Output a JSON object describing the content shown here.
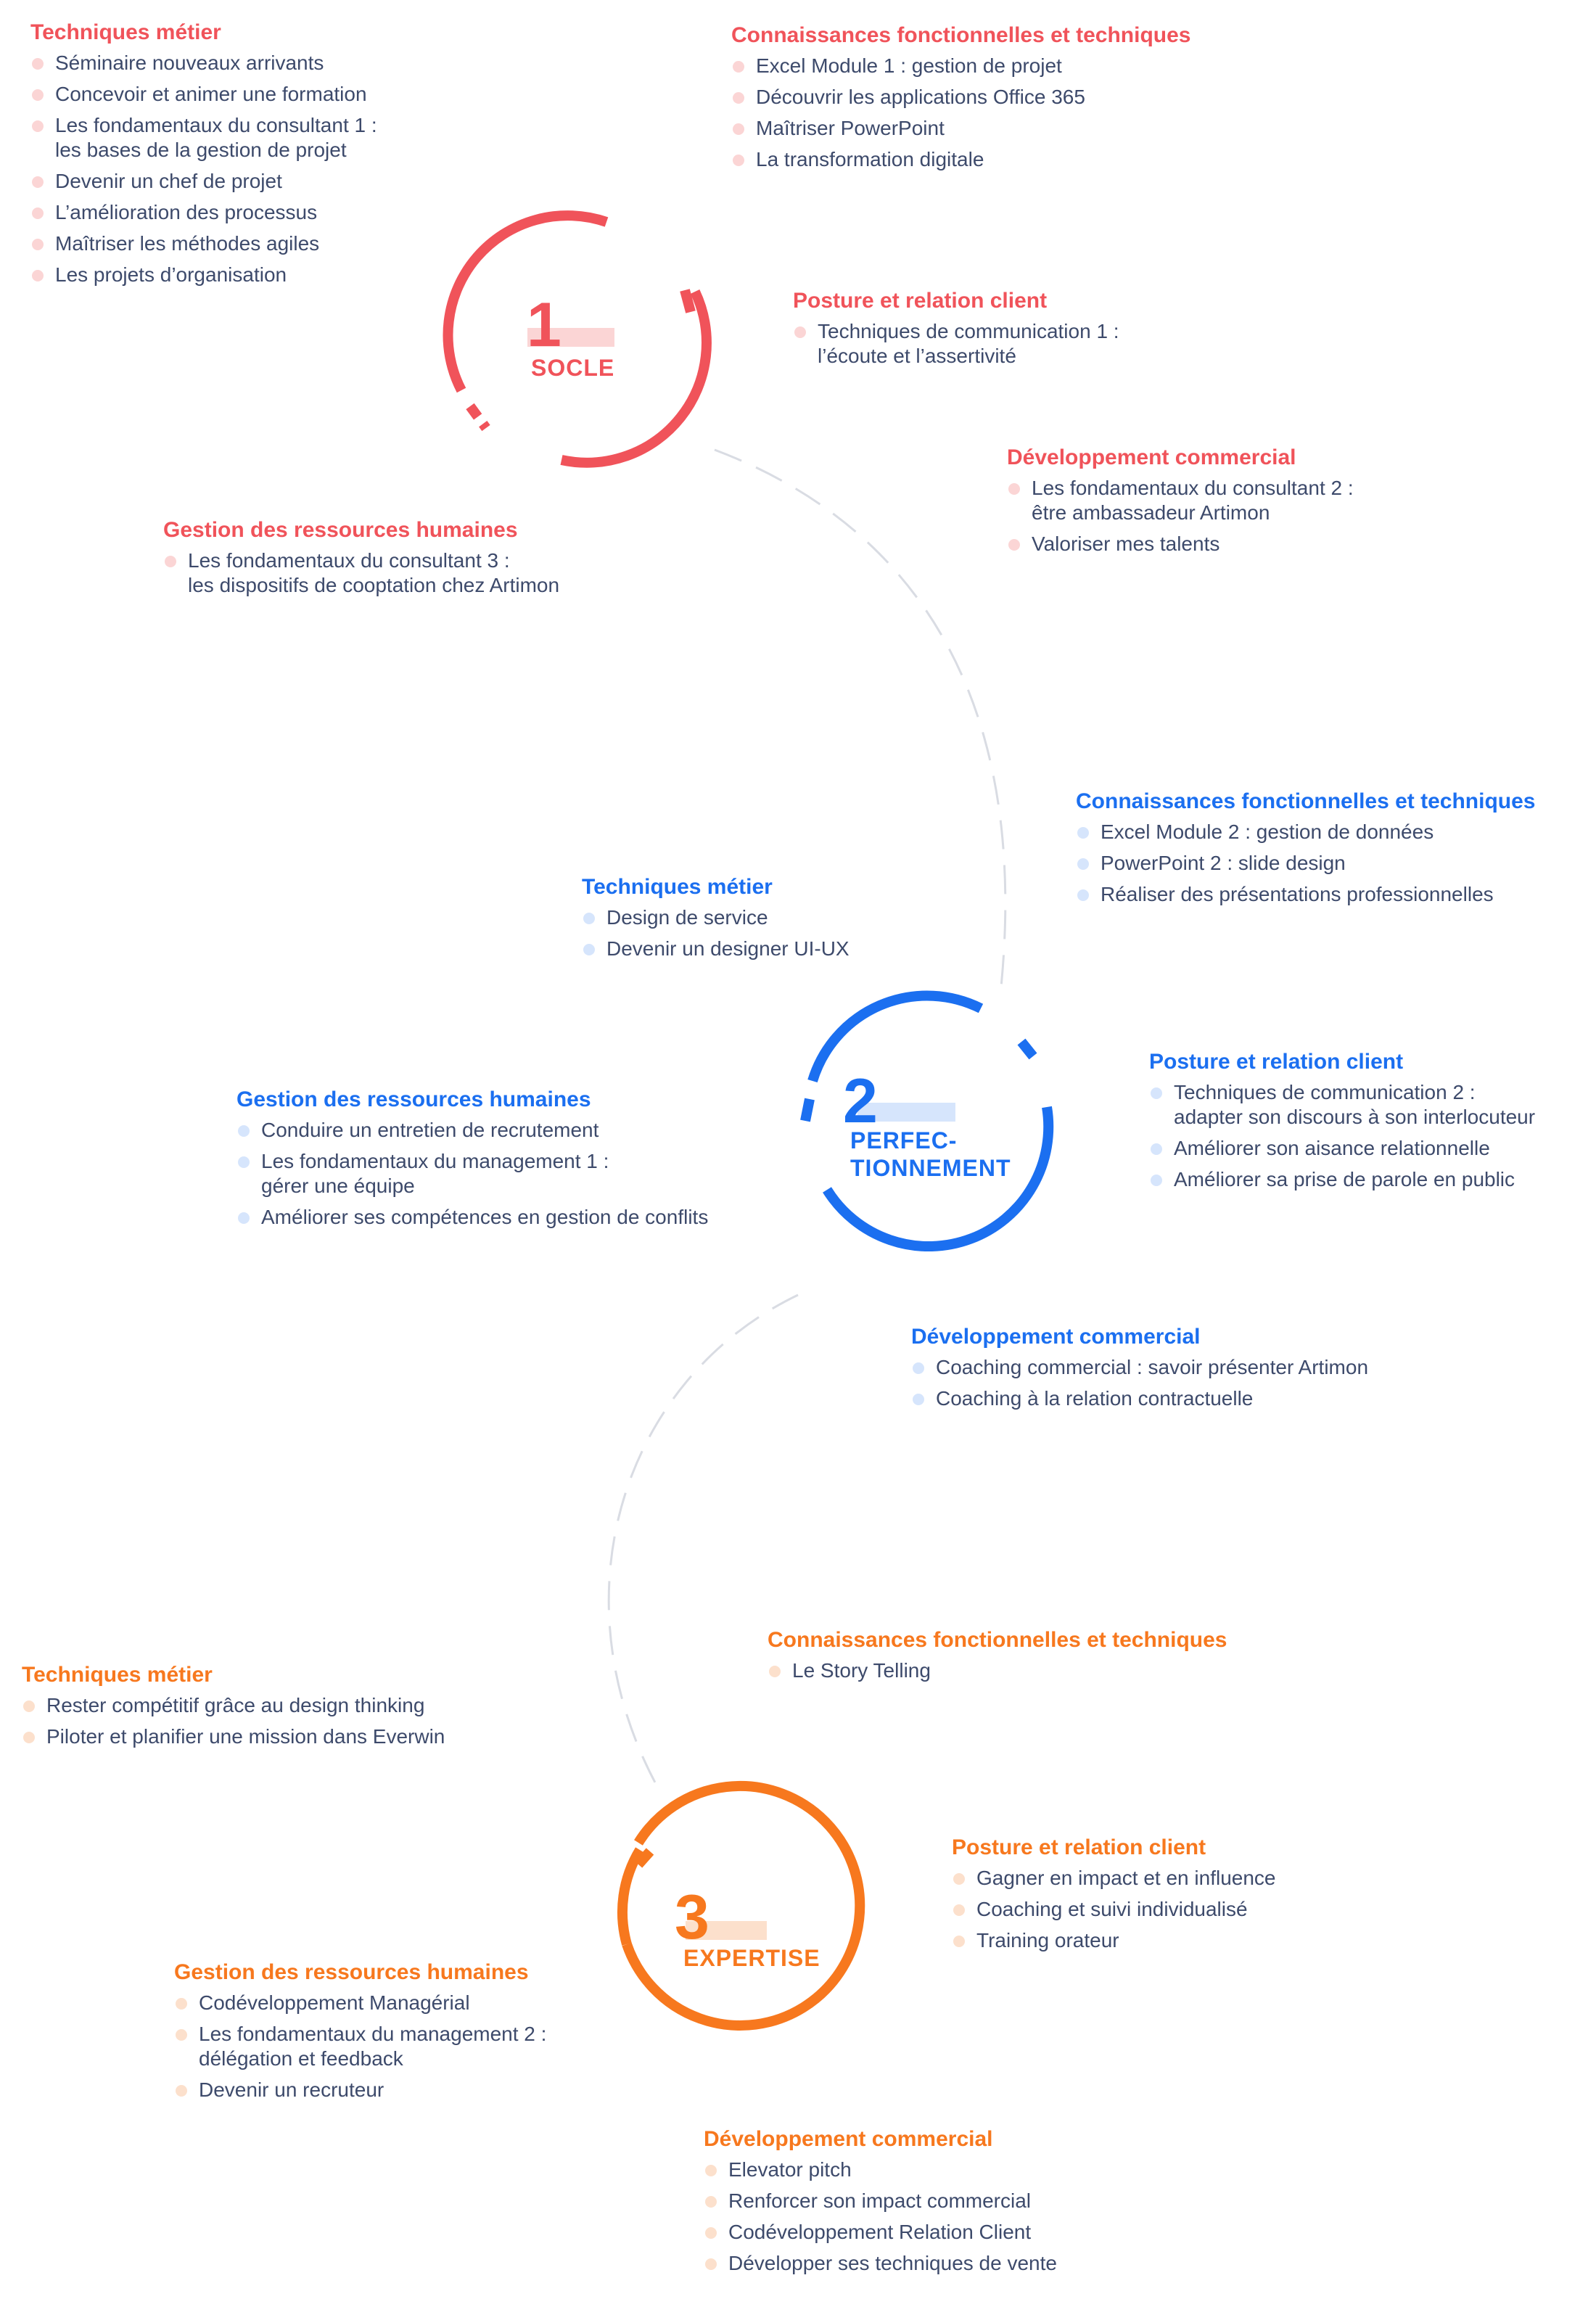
{
  "colors": {
    "red": "#f0535a",
    "blue": "#1b6ff0",
    "orange": "#f7781e",
    "path": "#d9dce3"
  },
  "levels": [
    {
      "number": "1",
      "name": "SOCLE",
      "color": "red",
      "sections": [
        {
          "title": "Techniques métier",
          "items": [
            "Séminaire nouveaux arrivants",
            "Concevoir et animer une formation",
            "Les fondamentaux du consultant 1 :\nles bases de la gestion de projet",
            "Devenir un chef de projet",
            "L’amélioration des processus",
            "Maîtriser les méthodes agiles",
            "Les projets d’organisation"
          ]
        },
        {
          "title": "Connaissances fonctionnelles et techniques",
          "items": [
            "Excel Module 1 : gestion de projet",
            "Découvrir les applications Office 365",
            "Maîtriser PowerPoint",
            "La transformation digitale"
          ]
        },
        {
          "title": "Posture et relation client",
          "items": [
            "Techniques de communication 1 :\nl’écoute et l’assertivité"
          ]
        },
        {
          "title": "Développement commercial",
          "items": [
            "Les fondamentaux du consultant 2 :\nêtre ambassadeur Artimon",
            "Valoriser mes talents"
          ]
        },
        {
          "title": "Gestion des ressources humaines",
          "items": [
            "Les fondamentaux du consultant 3 :\nles dispositifs de cooptation chez Artimon"
          ]
        }
      ]
    },
    {
      "number": "2",
      "name": "PERFEC-\nTIONNEMENT",
      "color": "blue",
      "sections": [
        {
          "title": "Connaissances fonctionnelles et techniques",
          "items": [
            "Excel Module 2 : gestion de données",
            "PowerPoint 2 : slide design",
            "Réaliser des présentations professionnelles"
          ]
        },
        {
          "title": "Techniques métier",
          "items": [
            "Design de service",
            "Devenir un designer UI-UX"
          ]
        },
        {
          "title": "Posture et relation client",
          "items": [
            "Techniques de communication 2 :\nadapter son discours à son interlocuteur",
            "Améliorer son aisance relationnelle",
            "Améliorer sa prise de parole en public"
          ]
        },
        {
          "title": "Gestion des ressources humaines",
          "items": [
            "Conduire un entretien de recrutement",
            "Les fondamentaux du management 1 :\ngérer une équipe",
            "Améliorer ses compétences en gestion de conflits"
          ]
        },
        {
          "title": "Développement commercial",
          "items": [
            "Coaching commercial : savoir présenter Artimon",
            "Coaching à la relation contractuelle"
          ]
        }
      ]
    },
    {
      "number": "3",
      "name": "EXPERTISE",
      "color": "orange",
      "sections": [
        {
          "title": "Connaissances fonctionnelles et techniques",
          "items": [
            "Le Story Telling"
          ]
        },
        {
          "title": "Techniques métier",
          "items": [
            "Rester compétitif grâce au design thinking",
            "Piloter et planifier une mission dans Everwin"
          ]
        },
        {
          "title": "Posture et relation client",
          "items": [
            "Gagner en impact et en influence",
            "Coaching et suivi individualisé",
            "Training orateur"
          ]
        },
        {
          "title": "Gestion des ressources humaines",
          "items": [
            "Codéveloppement Managérial",
            "Les fondamentaux du management 2 :\ndélégation et feedback",
            "Devenir un recruteur"
          ]
        },
        {
          "title": "Développement commercial",
          "items": [
            "Elevator pitch",
            "Renforcer son impact commercial",
            "Codéveloppement Relation Client",
            "Développer ses techniques de vente"
          ]
        }
      ]
    }
  ]
}
